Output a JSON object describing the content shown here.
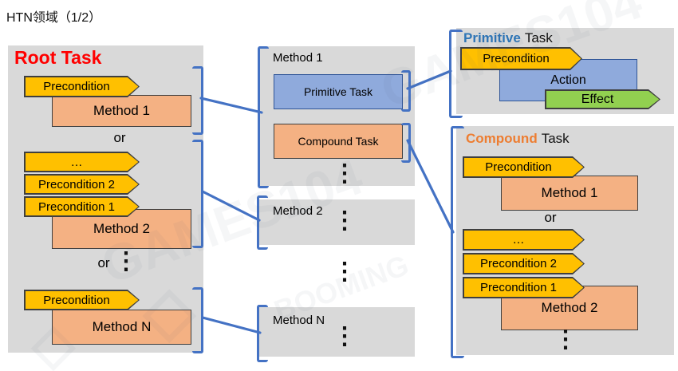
{
  "title": "HTN领域（1/2）",
  "colors": {
    "panel_bg": "#D9D9D9",
    "precondition_yellow": "#FFC000",
    "method_salmon": "#F4B183",
    "primitive_blue": "#8FAADC",
    "effect_green": "#92D050",
    "connector_blue": "#4472C4",
    "root_title_red": "#FF0000",
    "primitive_accent": "#2E75B6",
    "compound_accent": "#ED7D31"
  },
  "root_panel": {
    "title": "Root Task",
    "group1": {
      "precondition": "Precondition",
      "method": "Method 1"
    },
    "or1": "or",
    "group2": {
      "pre_ellipsis": "…",
      "precondition2": "Precondition 2",
      "precondition1": "Precondition 1",
      "method": "Method 2"
    },
    "or2": "or",
    "group3": {
      "precondition": "Precondition",
      "method": "Method N"
    }
  },
  "method1_panel": {
    "title": "Method 1",
    "primitive_task": "Primitive Task",
    "compound_task": "Compound Task"
  },
  "method2_panel": {
    "title": "Method 2"
  },
  "methodN_panel": {
    "title": "Method N"
  },
  "primitive_panel": {
    "title_accent": "Primitive",
    "title_rest": "Task",
    "precondition": "Precondition",
    "action": "Action",
    "effect": "Effect"
  },
  "compound_panel": {
    "title_accent": "Compound",
    "title_rest": "Task",
    "group1": {
      "precondition": "Precondition",
      "method": "Method 1"
    },
    "or": "or",
    "group2": {
      "pre_ellipsis": "…",
      "precondition2": "Precondition 2",
      "precondition1": "Precondition 1",
      "method": "Method 2"
    }
  },
  "ellipsis_v": "⋮",
  "watermark": {
    "text": "GAMES104",
    "text2": "BOOMING",
    "diamond": "◇"
  }
}
